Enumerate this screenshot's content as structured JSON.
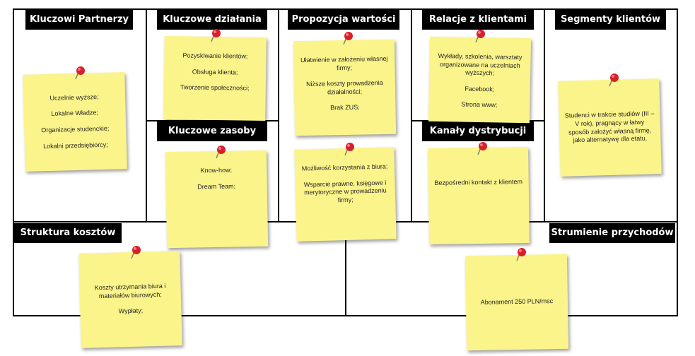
{
  "canvas": {
    "key_partners": {
      "title": "Kluczowi Partnerzy",
      "items": [
        "Uczelnie wyższe;",
        "Lokalne Władze;",
        "Organizacje studenckie;",
        "Lokalni przedsiębiorcy;"
      ]
    },
    "key_activities": {
      "title": "Kluczowe działania",
      "items": [
        "Pozyskiwanie klientów;",
        "Obsługa klienta;",
        "Tworzenie społeczności;"
      ]
    },
    "key_resources": {
      "title": "Kluczowe zasoby",
      "items": [
        "Know-how;",
        "Dream Team;"
      ]
    },
    "value_proposition": {
      "title": "Propozycja wartości",
      "items_top": [
        "Ułatwienie w założeniu własnej firmy;",
        "Niższe koszty prowadzenia działalności;",
        "Brak ZUS;"
      ],
      "items_bottom": [
        "Możliwość korzystania z biura;",
        "Wsparcie prawne, księgowe i merytoryczne w prowadzeniu firmy;"
      ]
    },
    "customer_relationships": {
      "title": "Relacje z klientami",
      "items": [
        "Wykłady, szkolenia, warsztaty organizowane na uczelniach wyższych;",
        "Facebook;",
        "Strona www;"
      ]
    },
    "channels": {
      "title": "Kanały dystrybucji",
      "items": [
        "Bezpośredni kontakt z klientem"
      ]
    },
    "customer_segments": {
      "title": "Segmenty klientów",
      "items": [
        "Studenci w trakcie studiów (III – V rok), pragnący w łatwy sposób założyć własną firmę, jako alternatywę dla etatu."
      ]
    },
    "cost_structure": {
      "title": "Struktura kosztów",
      "items": [
        "Koszty utrzymania biura i materiałów biurowych;",
        "Wypłaty;"
      ]
    },
    "revenue_streams": {
      "title": "Strumienie przychodów",
      "items": [
        "Abonament 250 PLN/msc"
      ]
    }
  },
  "colors": {
    "note": "#fbf48a",
    "pin": "#d8202a",
    "header": "#000000"
  }
}
